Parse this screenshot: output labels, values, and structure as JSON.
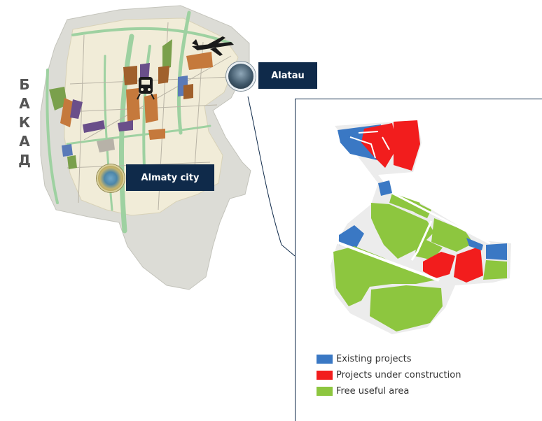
{
  "map": {
    "side_label_letters": [
      "Б",
      "А",
      "К",
      "А",
      "Д"
    ],
    "callouts": {
      "alatau": "Alatau",
      "almaty": "Almaty city"
    },
    "icons": [
      "airplane-icon",
      "train-icon"
    ]
  },
  "legend": {
    "items": [
      {
        "label": "Existing projects",
        "color": "#3a78c4"
      },
      {
        "label": "Projects under construction",
        "color": "#f21d1d"
      },
      {
        "label": "Free useful area",
        "color": "#8dc63f"
      }
    ]
  },
  "colors": {
    "callout_bg": "#0f2a4a",
    "city_fill": "#f1ecd8",
    "outer_fill": "#dcdcd6",
    "green_belt": "#9ed1a1",
    "plot_green": "#8dc63f",
    "plot_blue": "#3a78c4",
    "plot_red": "#f21d1d"
  }
}
